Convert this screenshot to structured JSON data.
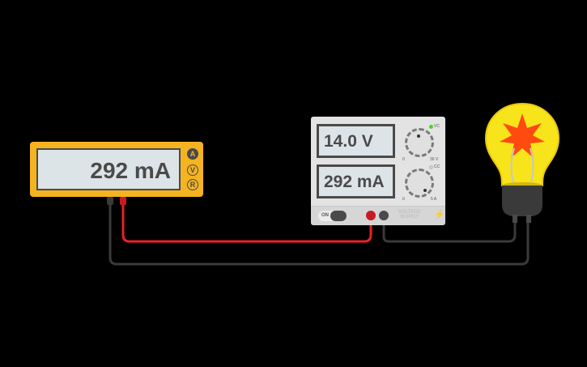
{
  "multimeter": {
    "reading": "292 mA",
    "modes": [
      {
        "label": "A",
        "active": true
      },
      {
        "label": "V",
        "active": false
      },
      {
        "label": "R",
        "active": false
      }
    ]
  },
  "power_supply": {
    "voltage_display": "14.0 V",
    "current_display": "292 mA",
    "voltage_knob": {
      "min_label": "0",
      "max_label": "30 V",
      "indicator": "VC",
      "indicator_on": true
    },
    "current_knob": {
      "min_label": "0",
      "max_label": "5 A",
      "indicator": "CC",
      "indicator_on": false
    },
    "switch_label": "ON",
    "brand_label_line1": "VOLTAGE",
    "brand_label_line2": "SUPPLY"
  },
  "lightbulb": {
    "state": "lit"
  },
  "colors": {
    "background": "#000000",
    "multimeter_body": "#f4b320",
    "lcd": "#dce4e8",
    "wire_red": "#e8202a",
    "wire_black": "#3a3a3a",
    "bulb_glass": "#f7e41a",
    "bulb_star": "#ff4a10",
    "led_green": "#3ddc1a"
  }
}
